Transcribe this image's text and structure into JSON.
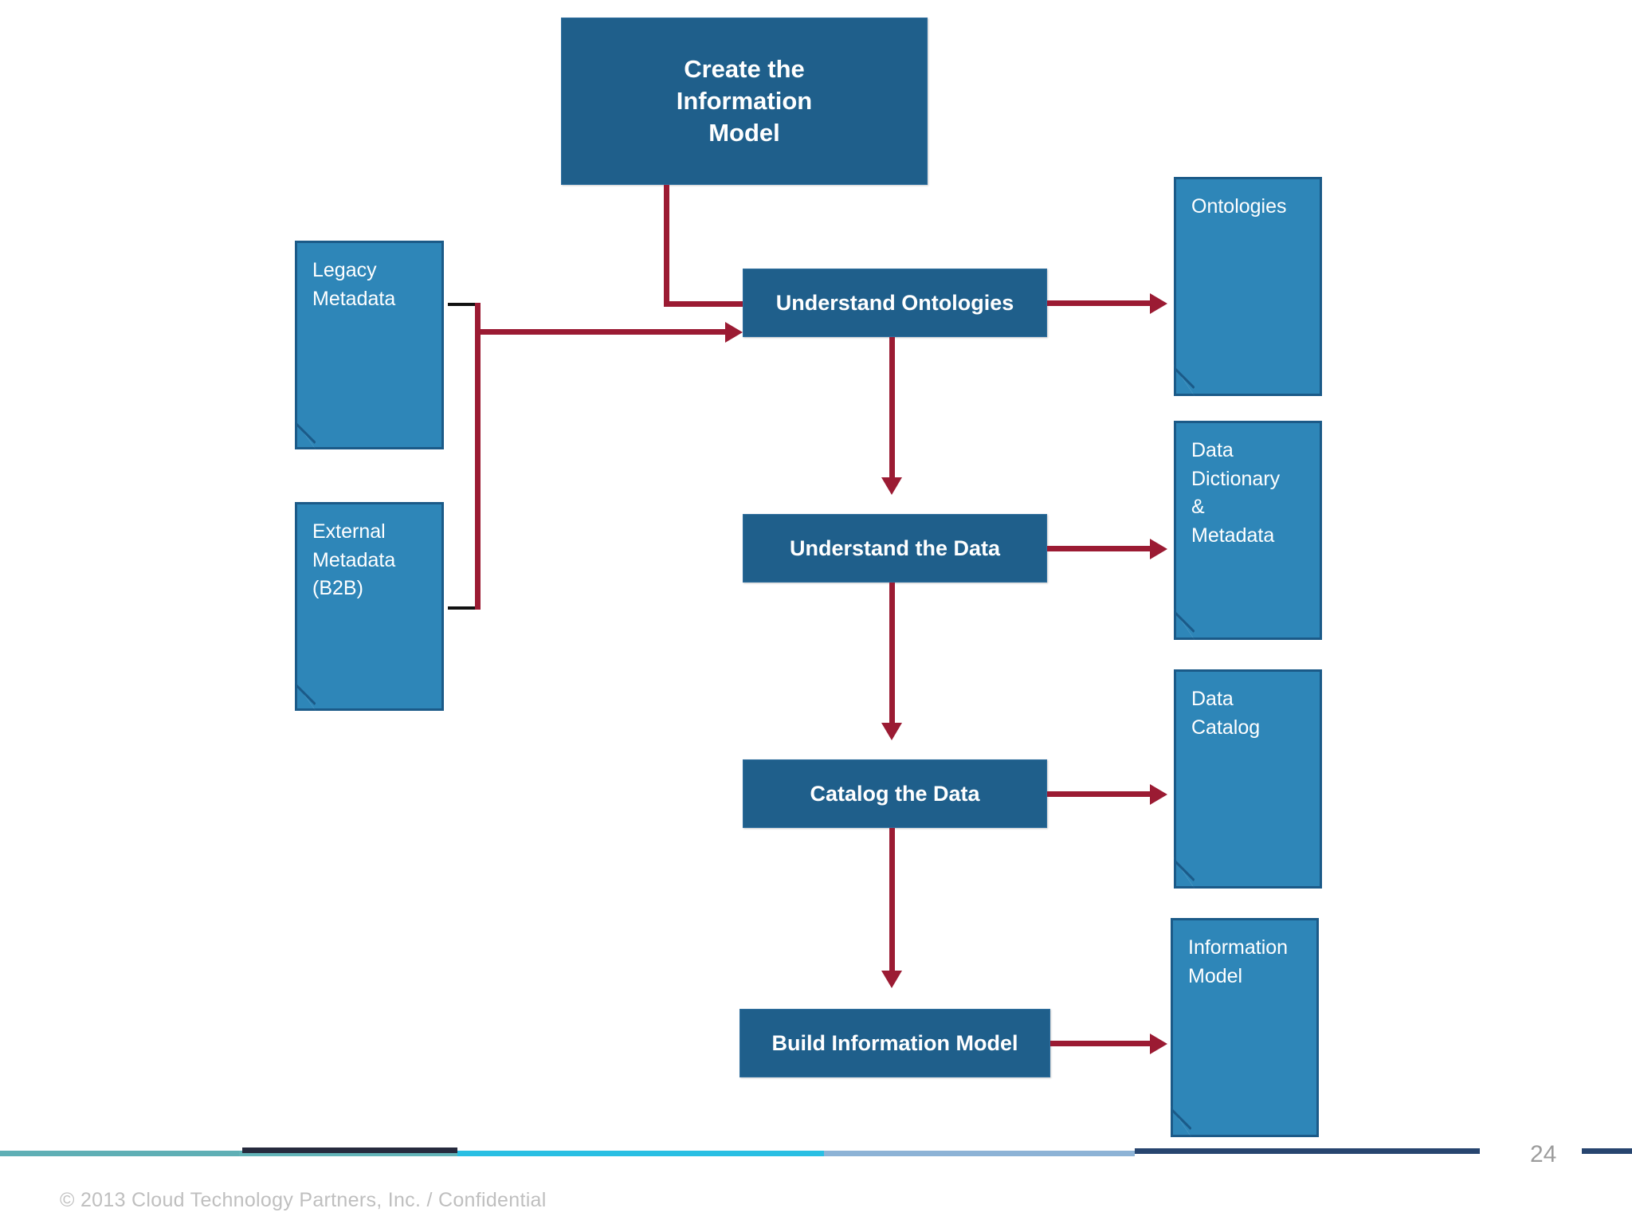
{
  "slide": {
    "page_number": "24",
    "footer_text": "© 2013 Cloud Technology Partners, Inc.  /  Confidential"
  },
  "colors": {
    "process_box": "#1F5F8B",
    "document_fill": "#2E86B8",
    "document_border": "#1B5A88",
    "connector": "#9B1B33",
    "footer_text": "#BFBFBF",
    "page_number": "#9C9C9C",
    "bar_teal": "#5FAFB5",
    "bar_cyan": "#29BFE3",
    "bar_dark_navy": "#262A3D",
    "bar_light_blue": "#8DB3D6",
    "bar_navy": "#27456F"
  },
  "diagram": {
    "title_box": {
      "label_line1": "Create the",
      "label_line2": "Information",
      "label_line3": "Model"
    },
    "inputs": [
      {
        "line1": "Legacy",
        "line2": "Metadata",
        "line3": ""
      },
      {
        "line1": "External",
        "line2": "Metadata",
        "line3": "(B2B)"
      }
    ],
    "steps": [
      {
        "label": "Understand Ontologies"
      },
      {
        "label": "Understand the Data"
      },
      {
        "label": "Catalog the Data"
      },
      {
        "label": "Build Information Model"
      }
    ],
    "outputs": [
      {
        "line1": "Ontologies",
        "line2": "",
        "line3": "",
        "line4": ""
      },
      {
        "line1": "Data",
        "line2": "Dictionary",
        "line3": "&",
        "line4": "Metadata"
      },
      {
        "line1": "Data",
        "line2": "Catalog",
        "line3": "",
        "line4": ""
      },
      {
        "line1": "Information",
        "line2": "Model",
        "line3": "",
        "line4": ""
      }
    ]
  }
}
